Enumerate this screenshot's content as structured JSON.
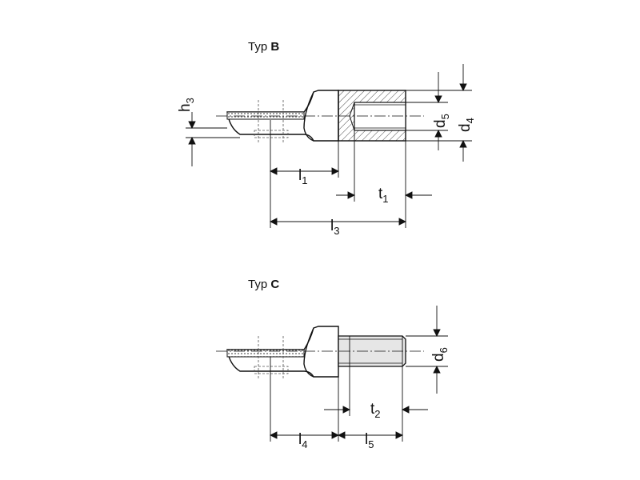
{
  "colors": {
    "line": "#111111",
    "shading": "#d8d8d8",
    "hatch": "#444444"
  },
  "typ_b": {
    "title_prefix": "Typ ",
    "title_letter": "B",
    "dims": {
      "h3": {
        "base": "h",
        "sub": "3"
      },
      "d5": {
        "base": "d",
        "sub": "5"
      },
      "d4": {
        "base": "d",
        "sub": "4"
      },
      "l1": {
        "base": "l",
        "sub": "1"
      },
      "t1": {
        "base": "t",
        "sub": "1"
      },
      "l3": {
        "base": "l",
        "sub": "3"
      }
    }
  },
  "typ_c": {
    "title_prefix": "Typ ",
    "title_letter": "C",
    "dims": {
      "d6": {
        "base": "d",
        "sub": "6"
      },
      "t2": {
        "base": "t",
        "sub": "2"
      },
      "l4": {
        "base": "l",
        "sub": "4"
      },
      "l5": {
        "base": "l",
        "sub": "5"
      }
    }
  }
}
